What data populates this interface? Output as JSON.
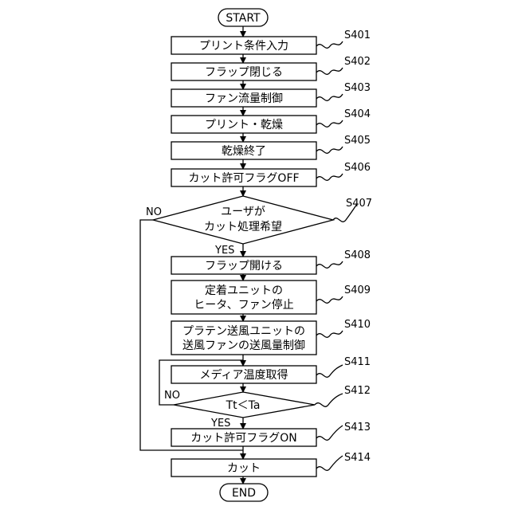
{
  "flowchart": {
    "start": "START",
    "end": "END",
    "steps": {
      "s401": {
        "id": "S401",
        "text": "プリント条件入力"
      },
      "s402": {
        "id": "S402",
        "text": "フラップ閉じる"
      },
      "s403": {
        "id": "S403",
        "text": "ファン流量制御"
      },
      "s404": {
        "id": "S404",
        "text": "プリント・乾燥"
      },
      "s405": {
        "id": "S405",
        "text": "乾燥終了"
      },
      "s406": {
        "id": "S406",
        "text": "カット許可フラグOFF"
      },
      "s407": {
        "id": "S407",
        "line1": "ユーザが",
        "line2": "カット処理希望"
      },
      "s408": {
        "id": "S408",
        "text": "フラップ開ける"
      },
      "s409": {
        "id": "S409",
        "line1": "定着ユニットの",
        "line2": "ヒータ、ファン停止"
      },
      "s410": {
        "id": "S410",
        "line1": "プラテン送風ユニットの",
        "line2": "送風ファンの送風量制御"
      },
      "s411": {
        "id": "S411",
        "text": "メディア温度取得"
      },
      "s412": {
        "id": "S412",
        "text": "Tt＜Ta"
      },
      "s413": {
        "id": "S413",
        "text": "カット許可フラグON"
      },
      "s414": {
        "id": "S414",
        "text": "カット"
      }
    },
    "branch_labels": {
      "s407_no": "NO",
      "s407_yes": "YES",
      "s412_no": "NO",
      "s412_yes": "YES"
    }
  }
}
